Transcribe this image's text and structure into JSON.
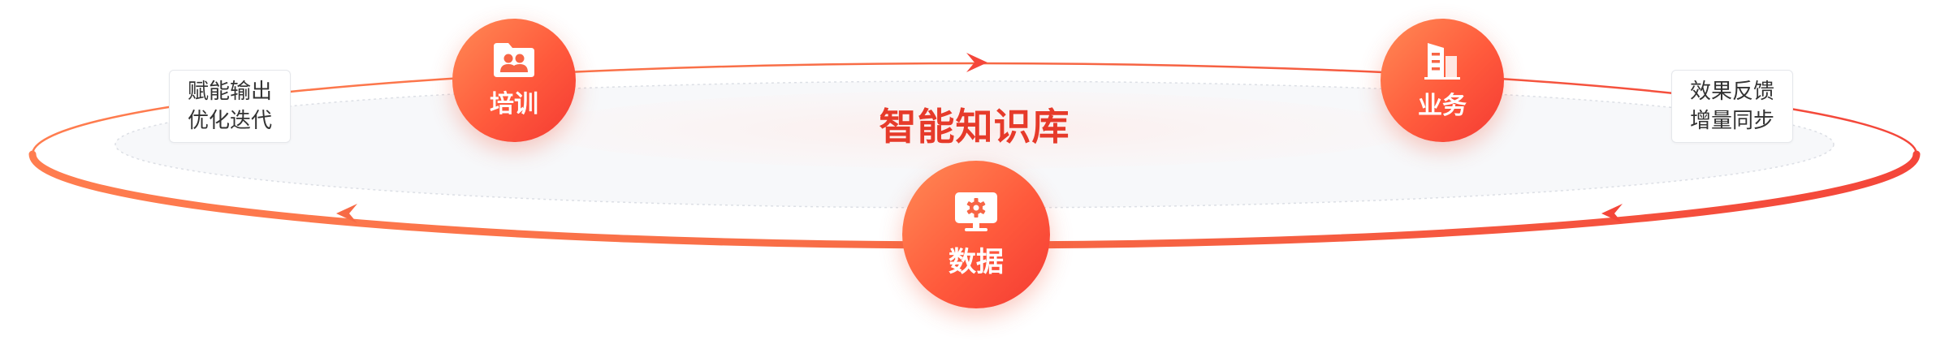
{
  "center": {
    "title": "智能知识库"
  },
  "nodes": {
    "training": {
      "label": "培训",
      "icon": "users-folder-icon"
    },
    "business": {
      "label": "业务",
      "icon": "building-icon"
    },
    "data": {
      "label": "数据",
      "icon": "monitor-gear-icon"
    }
  },
  "tags": {
    "left": {
      "line1": "赋能输出",
      "line2": "优化迭代"
    },
    "right": {
      "line1": "效果反馈",
      "line2": "增量同步"
    }
  },
  "colors": {
    "accent": "#f4463a",
    "gradient_start": "#ff8a55",
    "gradient_end": "#f43a33",
    "title": "#e63a2a"
  }
}
